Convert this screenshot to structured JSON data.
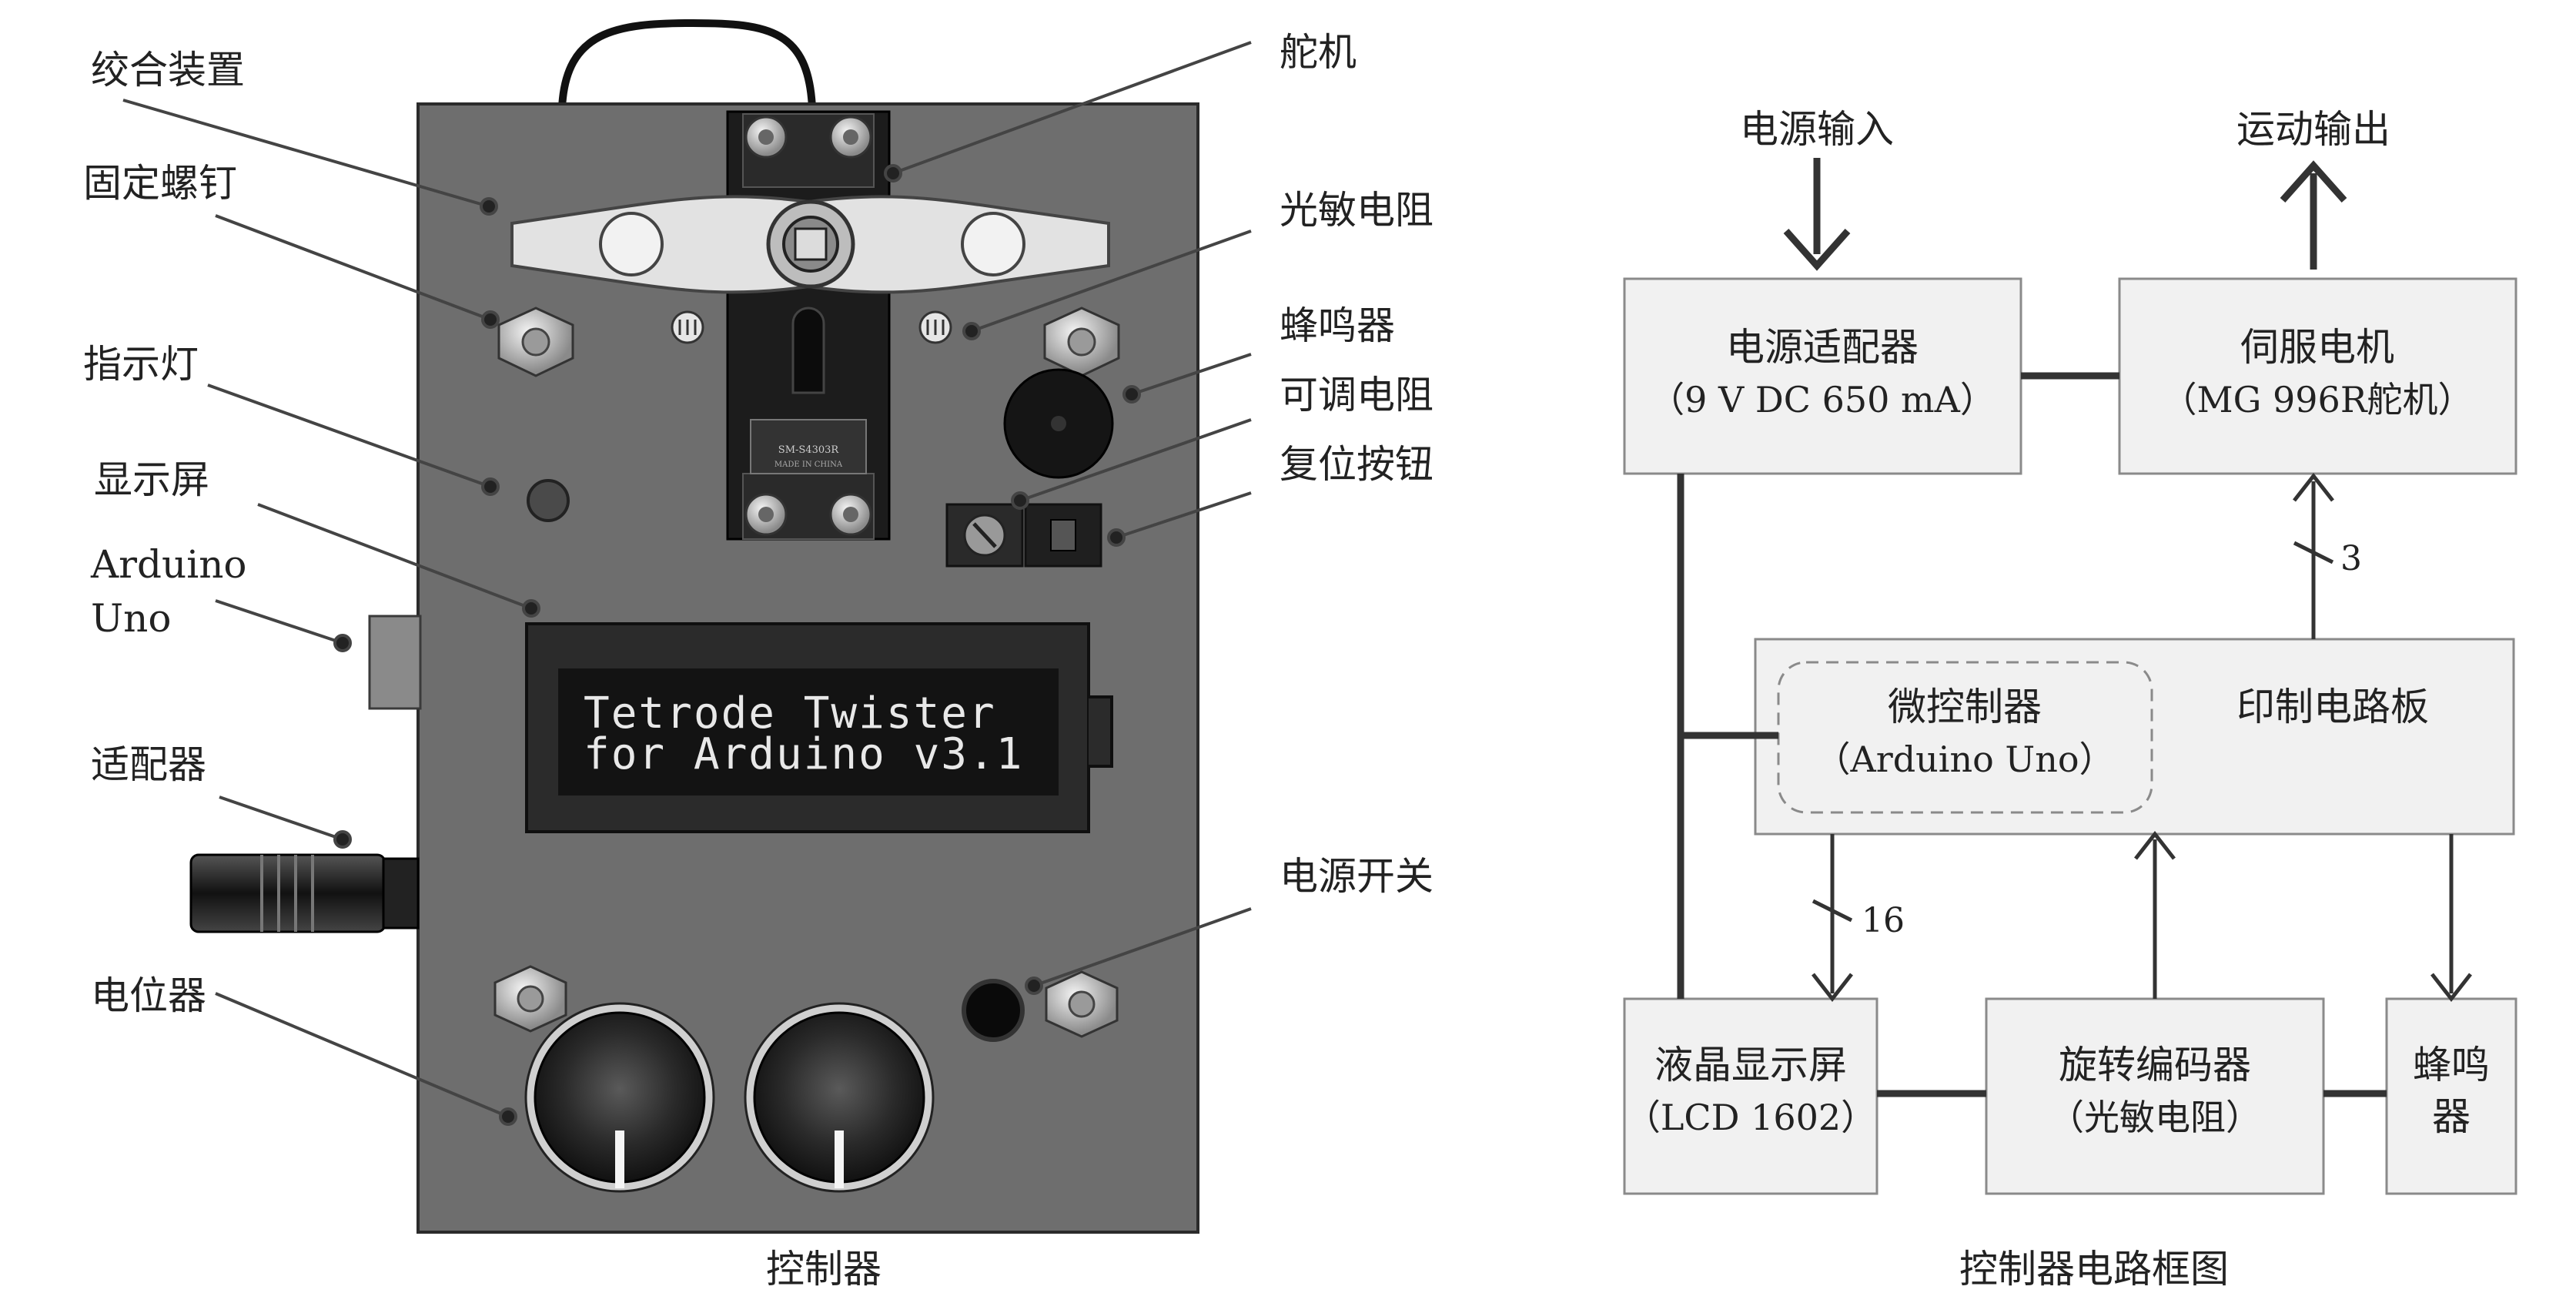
{
  "controller": {
    "caption": "控制器",
    "lcd_line1": "Tetrode Twister",
    "lcd_line2": "for Arduino v3.1",
    "servo_sticker": "SM-S4303R",
    "servo_sub": "MADE IN CHINA",
    "labels": {
      "twist_device": "绞合装置",
      "fixing_screw": "固定螺钉",
      "indicator_light": "指示灯",
      "display": "显示屏",
      "arduino_line1": "Arduino",
      "arduino_line2": "Uno",
      "adapter": "适配器",
      "potentiometer": "电位器",
      "servo": "舵机",
      "photoresistor": "光敏电阻",
      "buzzer": "蜂鸣器",
      "adjustable_resistor": "可调电阻",
      "reset_button": "复位按钮",
      "power_switch": "电源开关"
    }
  },
  "block_diagram": {
    "caption": "控制器电路框图",
    "power_input": "电源输入",
    "motion_output": "运动输出",
    "adapter_title": "电源适配器",
    "adapter_sub": "（9 V DC 650 mA）",
    "servo_title": "伺服电机",
    "servo_sub": "（MG 996R舵机）",
    "pcb": "印制电路板",
    "mcu_title": "微控制器",
    "mcu_sub": "（Arduino Uno）",
    "lcd_title": "液晶显示屏",
    "lcd_sub": "（LCD 1602）",
    "encoder_title": "旋转编码器",
    "encoder_sub": "（光敏电阻）",
    "buzzer_line1": "蜂鸣",
    "buzzer_line2": "器",
    "bus_servo": "3",
    "bus_lcd": "16"
  }
}
